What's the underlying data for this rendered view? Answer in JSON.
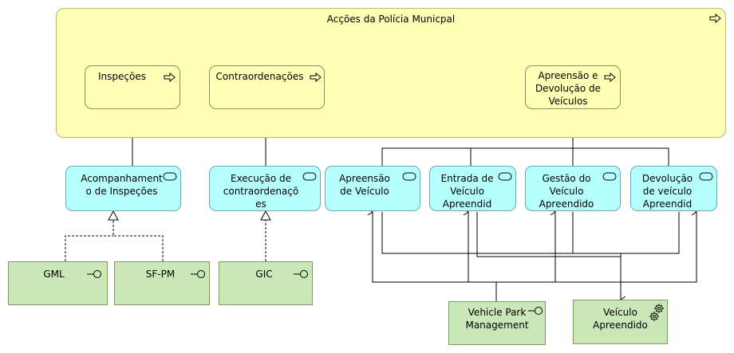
{
  "container": {
    "label": "Acções da Polícia Municpal",
    "icon": "process-arrow-icon"
  },
  "processes": {
    "inspecoes": "Inspeções",
    "contraordenacoes": "Contraordenações",
    "apreensao": [
      "Apreensão e",
      "Devolução de",
      "Veículos"
    ]
  },
  "services": {
    "acompanhamento": [
      "Acompanhament",
      "o de Inspeções"
    ],
    "execucao": [
      "Execução de",
      "contraordenaçõ",
      "es"
    ],
    "apreensao_veiculo": [
      "Apreensão",
      "de Veículo"
    ],
    "entrada": [
      "Entrada de",
      "Veículo",
      "Apreendid"
    ],
    "gestao": [
      "Gestão do",
      "Veículo",
      "Apreendido"
    ],
    "devolucao": [
      "Devolução",
      "de veículo",
      "Apreendid"
    ]
  },
  "components": {
    "gml": "GML",
    "sfpm": "SF-PM",
    "gic": "GIC",
    "vpm": [
      "Vehicle Park",
      "Management"
    ],
    "veiculo": [
      "Veículo",
      "Apreendido"
    ]
  },
  "colors": {
    "process_fill": "#ffffb5",
    "service_fill": "#b5ffff",
    "component_fill": "#c9e7b7"
  }
}
